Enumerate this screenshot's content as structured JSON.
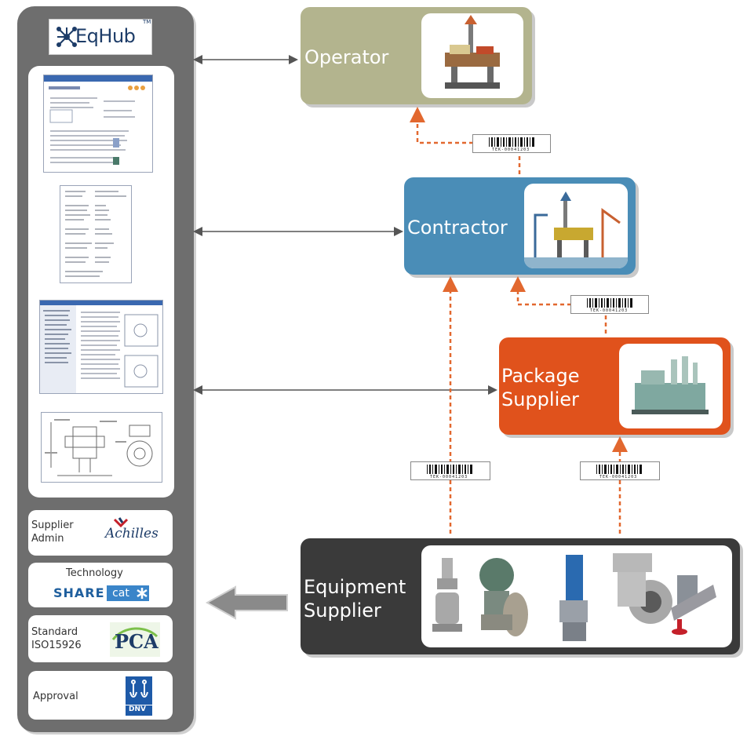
{
  "eqhub": {
    "logo_text": "EqHub",
    "logo_tm": "TM",
    "supplier_admin_label": "Supplier\nAdmin",
    "achilles_logo": "Achilles",
    "technology_label": "Technology",
    "sharecat_share": "SHARE",
    "sharecat_cat": "cat",
    "standard_label": "Standard\nISO15926",
    "pca_logo": "PCA",
    "approval_label": "Approval",
    "dnv_logo": "DNV"
  },
  "actors": {
    "operator": "Operator",
    "contractor": "Contractor",
    "package_supplier": "Package\nSupplier",
    "equipment_supplier": "Equipment\nSupplier"
  },
  "barcodes": [
    "TEK-00041203",
    "TEK-00041203",
    "TEK-00041203",
    "TEK-00041203"
  ],
  "colors": {
    "panel": "#6e6e6e",
    "operator": "#b3b48e",
    "contractor": "#4a8db7",
    "package_supplier": "#e0521c",
    "equipment_supplier": "#3a3a3a",
    "dashed_arrow": "#e2682f"
  }
}
